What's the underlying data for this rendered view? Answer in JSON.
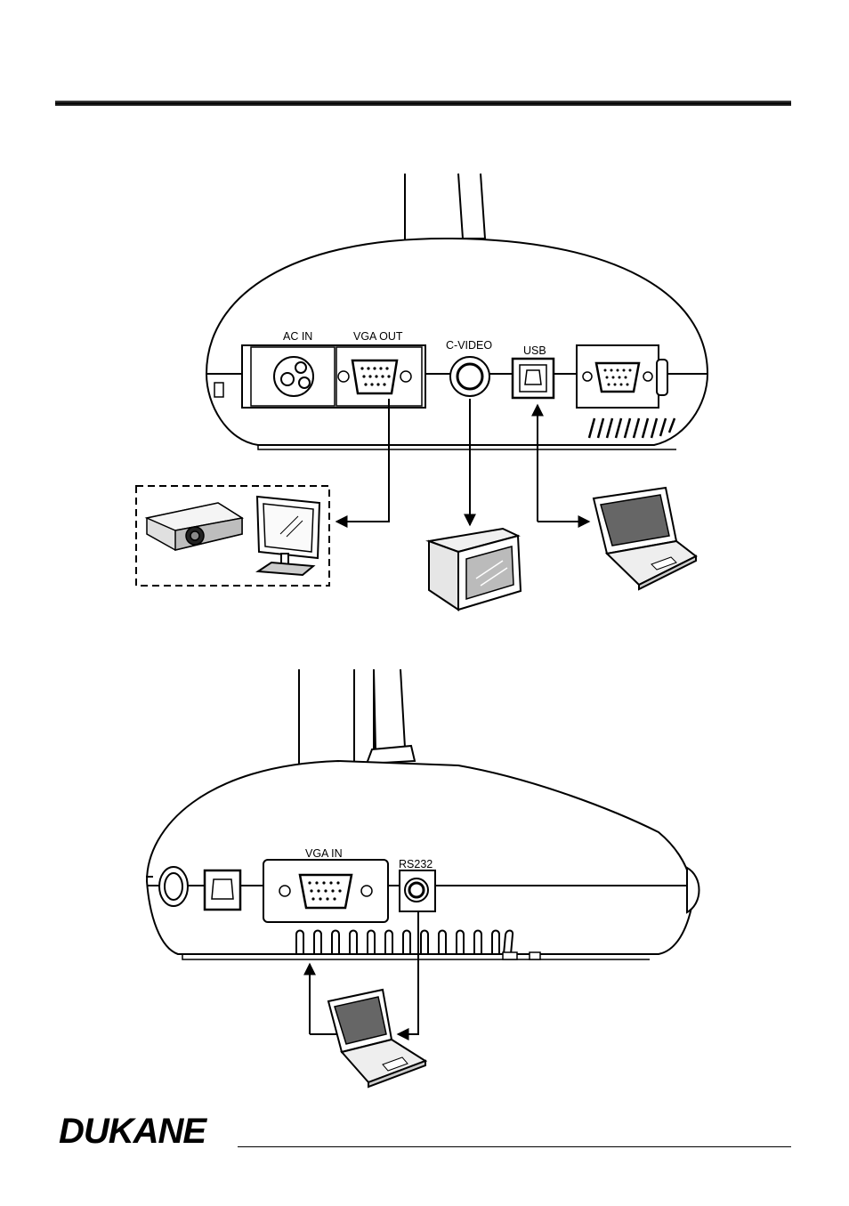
{
  "top_view": {
    "ports": {
      "ac_in": "AC IN",
      "vga_out": "VGA OUT",
      "c_video": "C-VIDEO",
      "usb": "USB"
    }
  },
  "bottom_view": {
    "ports": {
      "vga_in": "VGA IN",
      "rs232": "RS232"
    }
  },
  "footer": {
    "brand": "DUKANE"
  }
}
